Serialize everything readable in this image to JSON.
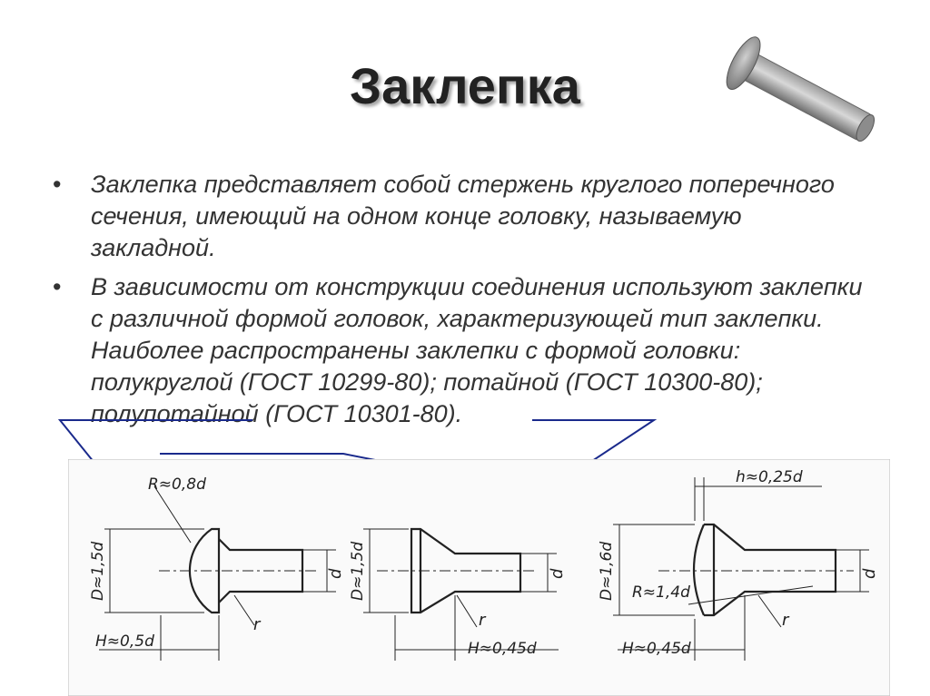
{
  "slide": {
    "title": "Заклепка",
    "bullets": [
      {
        "marker": "•",
        "text": "Заклепка  представляет собой стержень круглого поперечного сечения, имеющий на одном конце головку, называемую закладной."
      },
      {
        "marker": "•",
        "text": "В зависимости от конструкции соединения используют заклепки с различной формой головок, характеризующей тип заклепки. Наиболее распространены заклепки с формой головки: полукруглой (ГОСТ 10299-80); потайной (ГОСТ 10300-80); полупотайной (ГОСТ 10301-80)."
      }
    ]
  },
  "illustration": {
    "icon": "rivet-3d-icon"
  },
  "drawing": {
    "rivet1": {
      "radius": "R≈0,8d",
      "diameter": "D≈1,5d",
      "shank": "d",
      "fillet": "r",
      "height": "H≈0,5d"
    },
    "rivet2": {
      "diameter": "D≈1,5d",
      "shank": "d",
      "fillet": "r",
      "height": "H≈0,45d"
    },
    "rivet3": {
      "top": "h≈0,25d",
      "diameter": "D≈1,6d",
      "radius": "R≈1,4d",
      "shank": "d",
      "fillet": "r",
      "height": "H≈0,45d"
    }
  },
  "colors": {
    "arrow": "#1a2a8c",
    "text": "#333333",
    "line": "#222222"
  }
}
